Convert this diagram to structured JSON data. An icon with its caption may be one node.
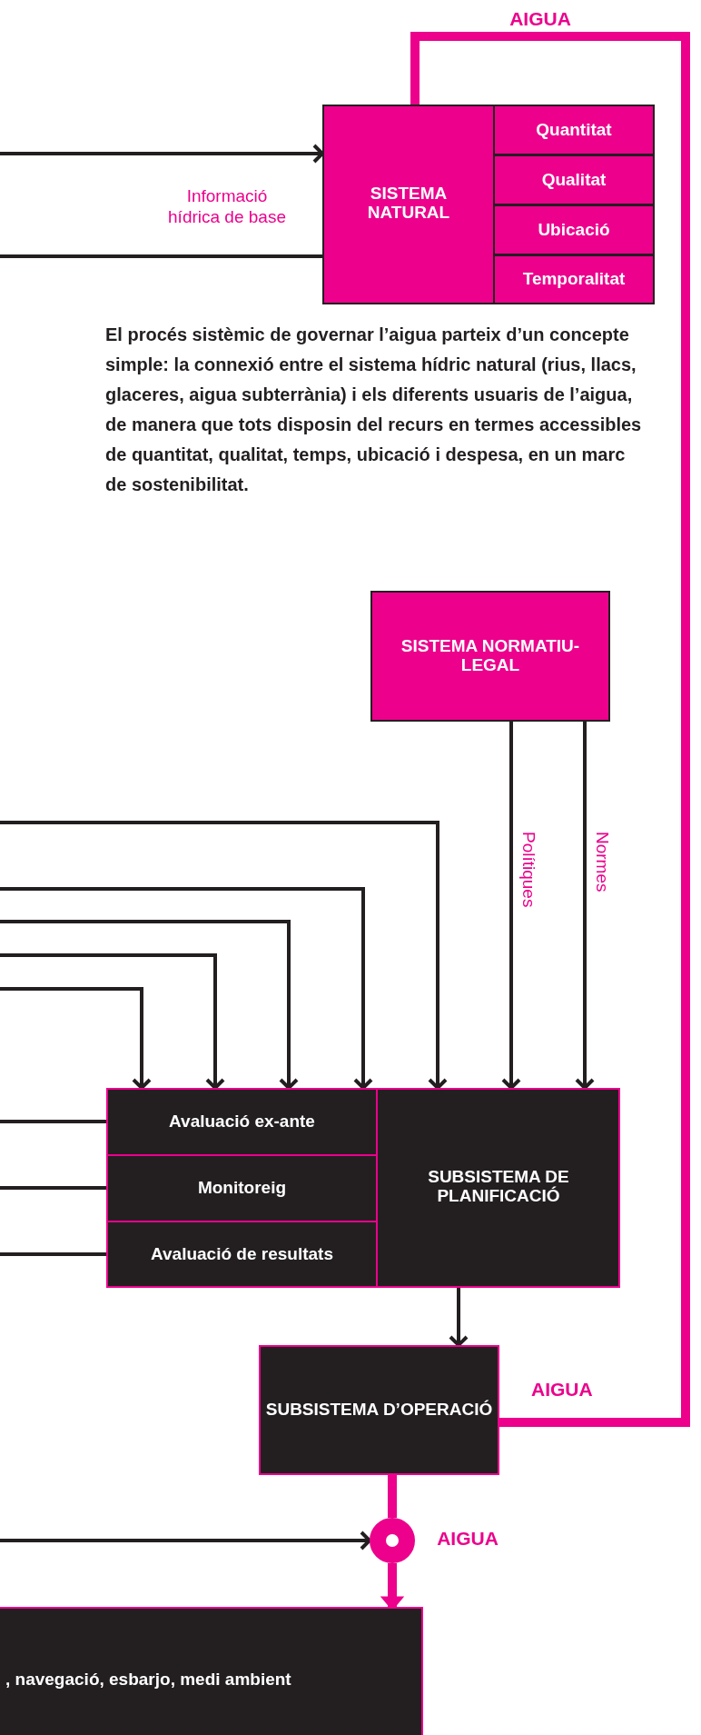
{
  "diagram": {
    "nodes": [
      {
        "text": [
          "SISTEMA NATURAL"
        ]
      },
      {
        "text": [
          "Quantitat"
        ],
        "in": 0
      },
      {
        "text": [
          "Qualitat"
        ],
        "in": 0
      },
      {
        "text": [
          "Ubicació"
        ],
        "in": 0
      },
      {
        "text": [
          "Temporalitat"
        ],
        "in": 0
      },
      {
        "text": [
          "SISTEMA NORMATIU-LEGAL"
        ]
      },
      {
        "text": [
          "SUBSISTEMA DE PLANIFICACIÓ"
        ]
      },
      {
        "text": [
          "Avaluació ex-ante"
        ],
        "in": 6
      },
      {
        "text": [
          "Monitoreig"
        ],
        "in": 6
      },
      {
        "text": [
          "Avaluació de resultats"
        ],
        "in": 6
      },
      {
        "text": [
          "SUBSISTEMA D’OPERACIÓ"
        ]
      },
      {
        "text": [],
        "shape": "circle"
      },
      {
        "text": [
          ", navegació, esbarjo, medi ambient"
        ]
      }
    ],
    "edges": [
      {
        "from": null,
        "to": 0,
        "arrow": "to"
      },
      {
        "from": 0,
        "to": null,
        "arrow": "none",
        "label": "Informació hídrica de base"
      },
      {
        "from": 10,
        "to": 0,
        "arrow": "none",
        "label": "AIGUA",
        "style": "thick",
        "color": "#ec008c"
      },
      {
        "from": null,
        "to": 6,
        "arrow": "to"
      },
      {
        "from": null,
        "to": 7,
        "arrow": "to"
      },
      {
        "from": null,
        "to": 7,
        "arrow": "to"
      },
      {
        "from": null,
        "to": 7,
        "arrow": "to"
      },
      {
        "from": null,
        "to": 7,
        "arrow": "to"
      },
      {
        "from": 5,
        "to": 6,
        "arrow": "to",
        "label": "Polítiques"
      },
      {
        "from": 5,
        "to": 6,
        "arrow": "to",
        "label": "Normes"
      },
      {
        "from": 7,
        "to": null,
        "arrow": "none"
      },
      {
        "from": 8,
        "to": null,
        "arrow": "none"
      },
      {
        "from": 9,
        "to": null,
        "arrow": "none"
      },
      {
        "from": 6,
        "to": 10,
        "arrow": "to"
      },
      {
        "from": 10,
        "to": 11,
        "arrow": "none",
        "style": "thick",
        "color": "#ec008c"
      },
      {
        "from": null,
        "to": 11,
        "arrow": "to"
      },
      {
        "from": 11,
        "to": 12,
        "arrow": "to",
        "label": "AIGUA",
        "style": "thick",
        "color": "#ec008c"
      }
    ],
    "labels": [
      "AIGUA",
      "El procés sistèmic de governar l’aigua parteix d’un concepte simple: la connexió entre el sistema hídric natural (rius, llacs, glaceres, aigua subterrània) i els diferents usuaris de l’aigua, de manera que tots disposin del recurs en termes accessibles de quantitat, qualitat, temps, ubicació i despesa, en un marc de sostenibilitat."
    ]
  }
}
